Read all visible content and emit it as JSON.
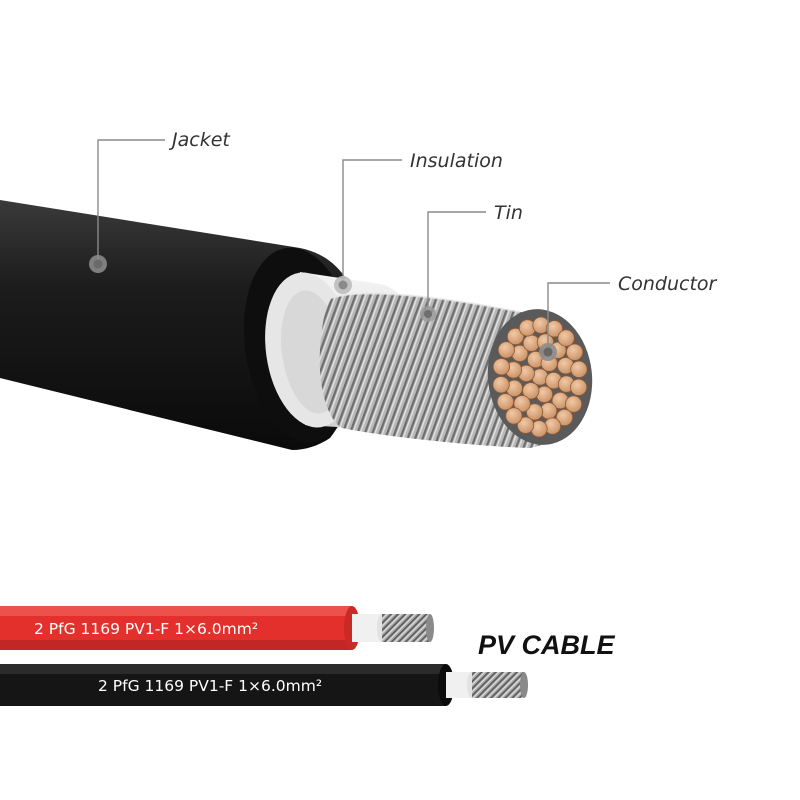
{
  "labels": {
    "jacket": "Jacket",
    "insulation": "Insulation",
    "tin": "Tin",
    "conductor": "Conductor"
  },
  "cables": {
    "red_marking": "2 PfG 1169 PV1-F 1×6.0mm²",
    "black_marking": "2 PfG 1169 PV1-F 1×6.0mm²",
    "title": "PV CABLE"
  },
  "colors": {
    "jacket": "#151515",
    "insulation": "#e9e9e9",
    "tin": "#b4b4b4",
    "conductor": "#d9a57c",
    "red_cable": "#e3302c",
    "leader": "#8a8a8a"
  }
}
